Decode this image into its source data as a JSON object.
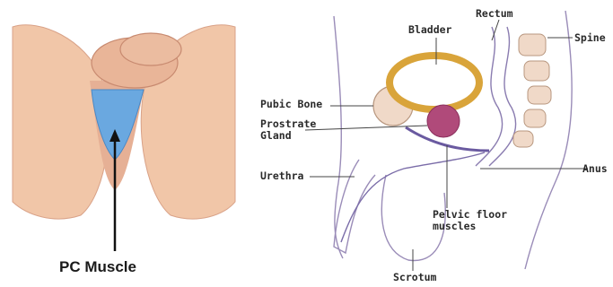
{
  "left_figure": {
    "caption": "PC Muscle",
    "colors": {
      "skin": "#f1c6a8",
      "skin_shade": "#e0a78a",
      "muscle": "#6aa8e0"
    }
  },
  "right_figure": {
    "labels": {
      "bladder": "Bladder",
      "rectum": "Rectum",
      "spine": "Spine",
      "pubic_bone": "Pubic Bone",
      "prostrate_gland_line1": "Prostrate",
      "prostrate_gland_line2": "Gland",
      "urethra": "Urethra",
      "anus": "Anus",
      "pelvic_floor_line1": "Pelvic floor",
      "pelvic_floor_line2": "muscles",
      "scrotum": "Scrotum"
    },
    "colors": {
      "bladder": "#d9a43a",
      "prostate": "#b04a7a",
      "bone": "#f0d9c8",
      "outline": "#9a8cb8"
    }
  }
}
